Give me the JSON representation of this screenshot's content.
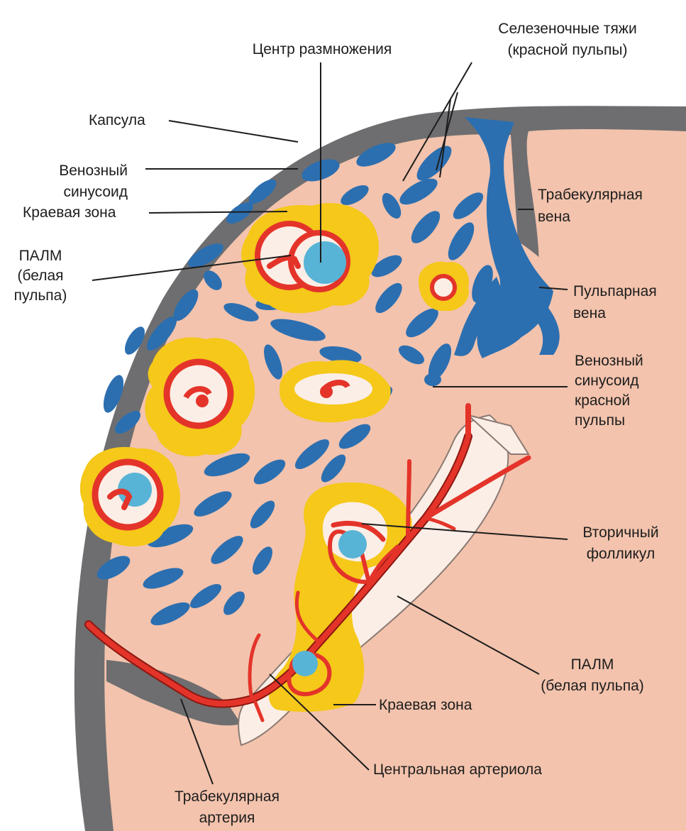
{
  "colors": {
    "capsule": "#6e6e70",
    "red_pulp": "#f3c3ad",
    "venous_sinusoid": "#2c6fb0",
    "marginal_zone": "#f5c81a",
    "white_pulp": "#fbeee6",
    "artery": "#e4342a",
    "germinal_center": "#58b4d6",
    "label_line": "#1d1d1d"
  },
  "labels": {
    "germinal_center": "Центр размножения",
    "splenic_cords": "Селезеночные тяжи\n(красной пульпы)",
    "capsule": "Капсула",
    "venous_sinusoid": "Венозный\nсинусоид",
    "marginal_zone_top": "Краевая зона",
    "palm_top": "ПАЛМ\n(белая\nпульпа)",
    "trabecular_vein": "Трабекулярная\nвена",
    "pulp_vein": "Пульпарная\nвена",
    "venous_sinusoid_red_pulp": "Венозный\nсинусоид\nкрасной\nпульпы",
    "secondary_follicle": "Вторичный\nфолликул",
    "palm_bottom": "ПАЛМ\n(белая пульпа)",
    "marginal_zone_bottom": "Краевая зона",
    "central_arteriole": "Центральная артериола",
    "trabecular_artery": "Трабекулярная\nартерия"
  }
}
